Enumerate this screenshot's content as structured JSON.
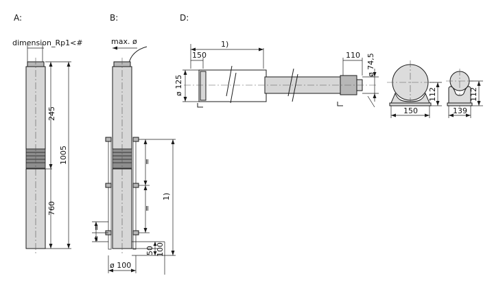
{
  "views": {
    "a": {
      "label": "A:",
      "connection": "dimension_Rp1<#",
      "dim_top": "245",
      "dim_total": "1005",
      "dim_bottom": "760"
    },
    "b": {
      "label": "B:",
      "max_diameter": "max. ø",
      "dim_base": "50",
      "dim_gap": "100",
      "dim_length": "1)",
      "diameter": "ø 100",
      "equal_1": "=",
      "equal_2": "=",
      "equal_3": "=",
      "equal_4": "="
    },
    "d": {
      "label": "D:",
      "dim_length": "1)",
      "dim_left": "150",
      "dim_right": "110",
      "diameter_left": "ø 125",
      "diameter_right": "ø 74,5",
      "cradle1_width": "150",
      "cradle1_height": "112",
      "cradle2_width": "139",
      "cradle2_height": "112"
    }
  }
}
